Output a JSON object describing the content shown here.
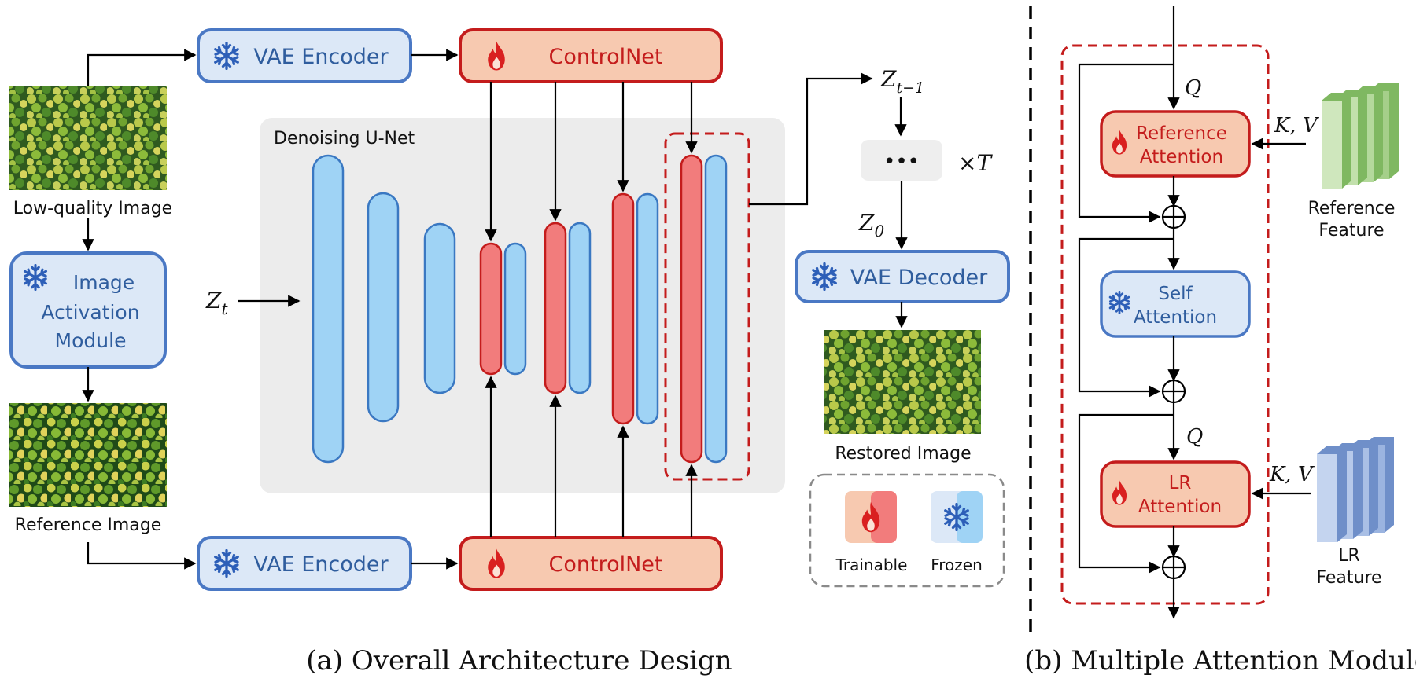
{
  "overall": {
    "vae_encoder_top": "VAE Encoder",
    "vae_encoder_bottom": "VAE Encoder",
    "controlnet_top": "ControlNet",
    "controlnet_bottom": "ControlNet",
    "low_quality_label": "Low-quality Image",
    "image_activation_line1": "Image",
    "image_activation_line2": "Activation",
    "image_activation_line3": "Module",
    "reference_image_label": "Reference Image",
    "denoising_unet_label": "Denoising U-Net",
    "zt": "Z",
    "zt_sub": "t",
    "zt1": "Z",
    "zt1_sub": "t−1",
    "dots": "•••",
    "times_t": "×T",
    "z0": "Z",
    "z0_sub": "0",
    "vae_decoder": "VAE Decoder",
    "restored_label": "Restored Image",
    "legend_trainable": "Trainable",
    "legend_frozen": "Frozen",
    "caption": "(a) Overall Architecture Design"
  },
  "attention": {
    "q_top": "Q",
    "kv_top": "K, V",
    "reference_attention_line1": "Reference",
    "reference_attention_line2": "Attention",
    "reference_feature_line1": "Reference",
    "reference_feature_line2": "Feature",
    "self_attention_line1": "Self",
    "self_attention_line2": "Attention",
    "q_bottom": "Q",
    "kv_bottom": "K, V",
    "lr_attention_line1": "LR",
    "lr_attention_line2": "Attention",
    "lr_feature_line1": "LR",
    "lr_feature_line2": "Feature",
    "caption": "(b) Multiple Attention Module"
  },
  "colors": {
    "frozen_fill": "#dce8f7",
    "frozen_stroke": "#4a78c4",
    "trainable_fill": "#f7c9b0",
    "trainable_stroke": "#c41c1c",
    "unet_blue": "#9fd3f5",
    "unet_red": "#f27c7c",
    "unet_bg": "#ececec",
    "ref_feature": "#a5cf8a",
    "lr_feature": "#9bb4e0"
  },
  "icons": [
    "snowflake-icon",
    "flame-icon",
    "image-thumbnail"
  ]
}
